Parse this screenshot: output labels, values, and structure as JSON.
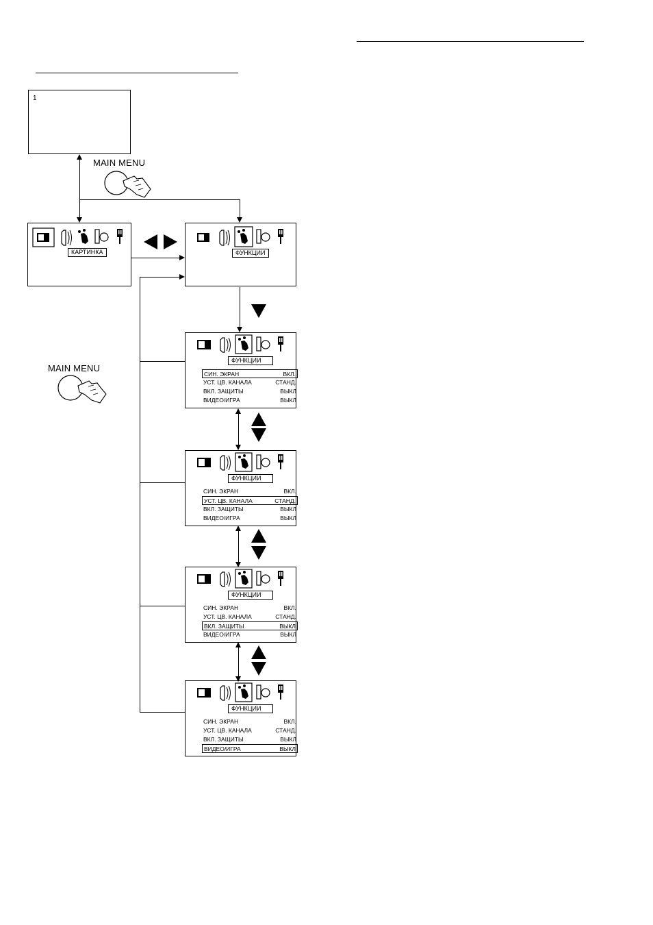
{
  "tv_screen": {
    "channel_number": "1"
  },
  "remote_buttons": {
    "top_label": "MAIN MENU",
    "side_label": "MAIN MENU"
  },
  "menu_icons": [
    "picture-icon",
    "sound-icon",
    "features-hand-icon",
    "install-icon",
    "timer-plug-icon"
  ],
  "screens": {
    "picture": {
      "title": "КАРТИНКА"
    },
    "features": {
      "title": "ФУНКЦИИ"
    }
  },
  "feature_menu": {
    "title": "ФУНКЦИИ",
    "rows": [
      {
        "label": "СИН. ЭКРАН",
        "value": "ВКЛ."
      },
      {
        "label": "УСТ. ЦВ. КАНАЛА",
        "value": "СТАНД."
      },
      {
        "label": "ВКЛ. ЗАЩИТЫ",
        "value": "ВЫКЛ"
      },
      {
        "label": "ВИДЕО/ИГРА",
        "value": "ВЫКЛ"
      }
    ]
  }
}
